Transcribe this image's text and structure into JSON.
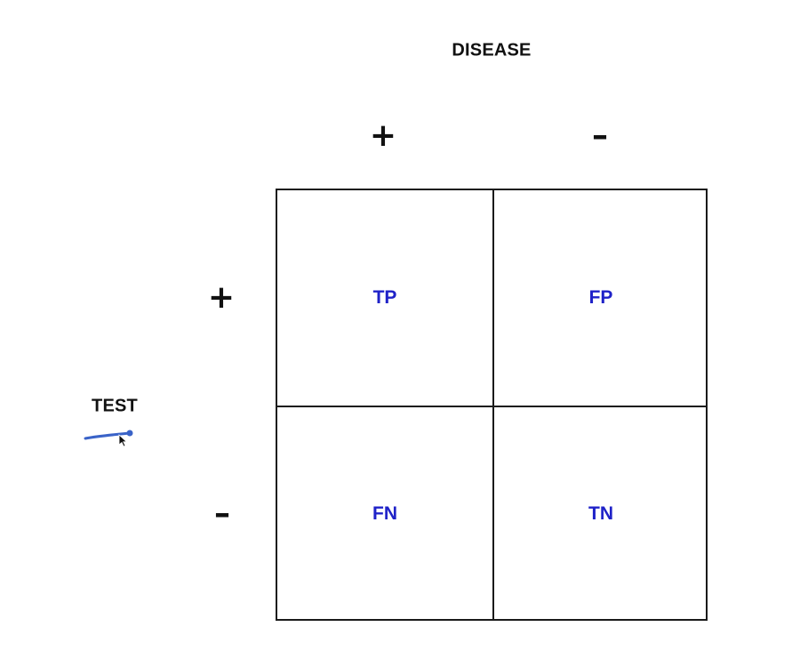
{
  "disease_title": "DISEASE",
  "test_title": "TEST",
  "columns": {
    "positive": "+",
    "negative": "–"
  },
  "rows": {
    "positive": "+",
    "negative": "–"
  },
  "cells": {
    "tp": "TP",
    "fp": "FP",
    "fn": "FN",
    "tn": "TN"
  },
  "colors": {
    "cell_text": "#1f22c8",
    "annotation_stroke": "#3a63c8",
    "grid_line": "#1a1a1a"
  },
  "icons": {
    "pointer": "mouse-pointer-icon"
  }
}
